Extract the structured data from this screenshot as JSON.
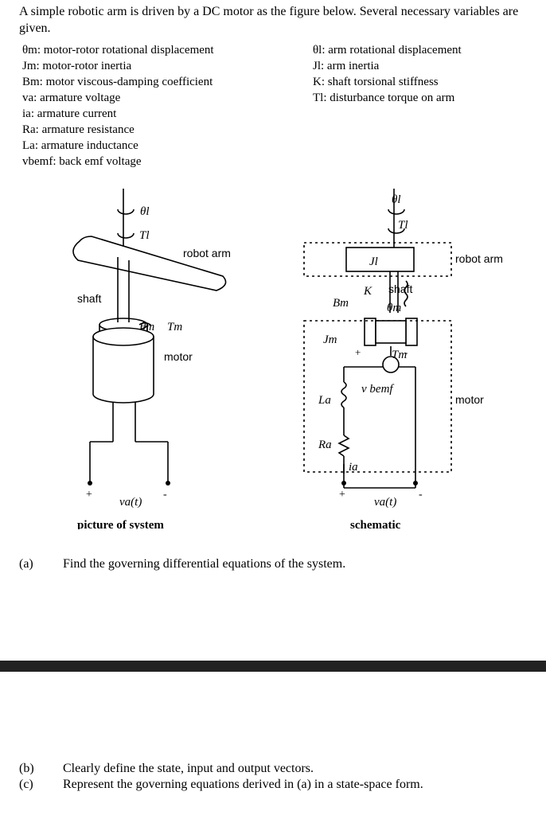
{
  "intro": "A simple robotic arm is driven by a DC motor as the figure below. Several necessary variables are given.",
  "variables_left": [
    "θm: motor-rotor rotational displacement",
    "Jm: motor-rotor inertia",
    "Bm: motor viscous-damping coefficient",
    "va: armature voltage",
    "ia: armature current",
    "Ra: armature resistance",
    "La: armature inductance",
    "vbemf: back emf voltage"
  ],
  "variables_right": [
    "θl: arm rotational displacement",
    "Jl: arm inertia",
    "K: shaft torsional stiffness",
    "Tl: disturbance torque on arm"
  ],
  "figure_left": {
    "theta_l": "θl",
    "T_l": "Tl",
    "robot_arm": "robot arm",
    "shaft": "shaft",
    "theta_m": "θm",
    "T_m": "Tm",
    "motor": "motor",
    "plus": "+",
    "minus": "-",
    "va": "va(t)",
    "caption": "picture of system"
  },
  "figure_right": {
    "theta_l": "θl",
    "T_l": "Tl",
    "J_l": "Jl",
    "robot_arm": "robot arm",
    "K": "K",
    "shaft": "shaft",
    "B_m": "Bm",
    "theta_m": "θm",
    "J_m": "Jm",
    "T_m": "Tm",
    "plus_top": "+",
    "minus_top": "-",
    "v_bemf": "v bemf",
    "motor": "motor",
    "L_a": "La",
    "R_a": "Ra",
    "i_a": "ia",
    "plus": "+",
    "minus": "-",
    "va": "va(t)",
    "caption": "schematic"
  },
  "questions": [
    {
      "label": "(a)",
      "text": "Find the governing differential equations of the system."
    },
    {
      "label": "(b)",
      "text": "Clearly define the state, input and output vectors."
    },
    {
      "label": "(c)",
      "text": "Represent the governing equations derived in (a) in a state-space form."
    }
  ]
}
